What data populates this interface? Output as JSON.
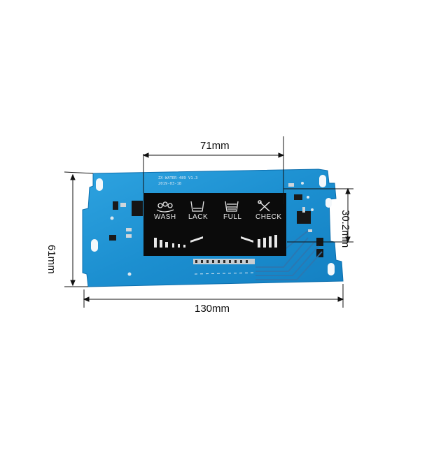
{
  "dimensions": {
    "top_width": "71mm",
    "right_height": "30.2mm",
    "left_height": "61mm",
    "bottom_width": "130mm"
  },
  "lcd": {
    "icons": [
      "wash-icon",
      "lack-icon",
      "full-icon",
      "check-icon"
    ],
    "labels": [
      "WASH",
      "LACK",
      "FULL",
      "CHECK"
    ]
  },
  "silkscreen": {
    "board_name": "ZX-WATER-489 V1.3",
    "date": "2019-03-18"
  },
  "colors": {
    "pcb": "#1c8fd0",
    "pcb_edge": "#0d6fae",
    "lcd": "#0b0b0b",
    "dimension_line": "#111111"
  }
}
